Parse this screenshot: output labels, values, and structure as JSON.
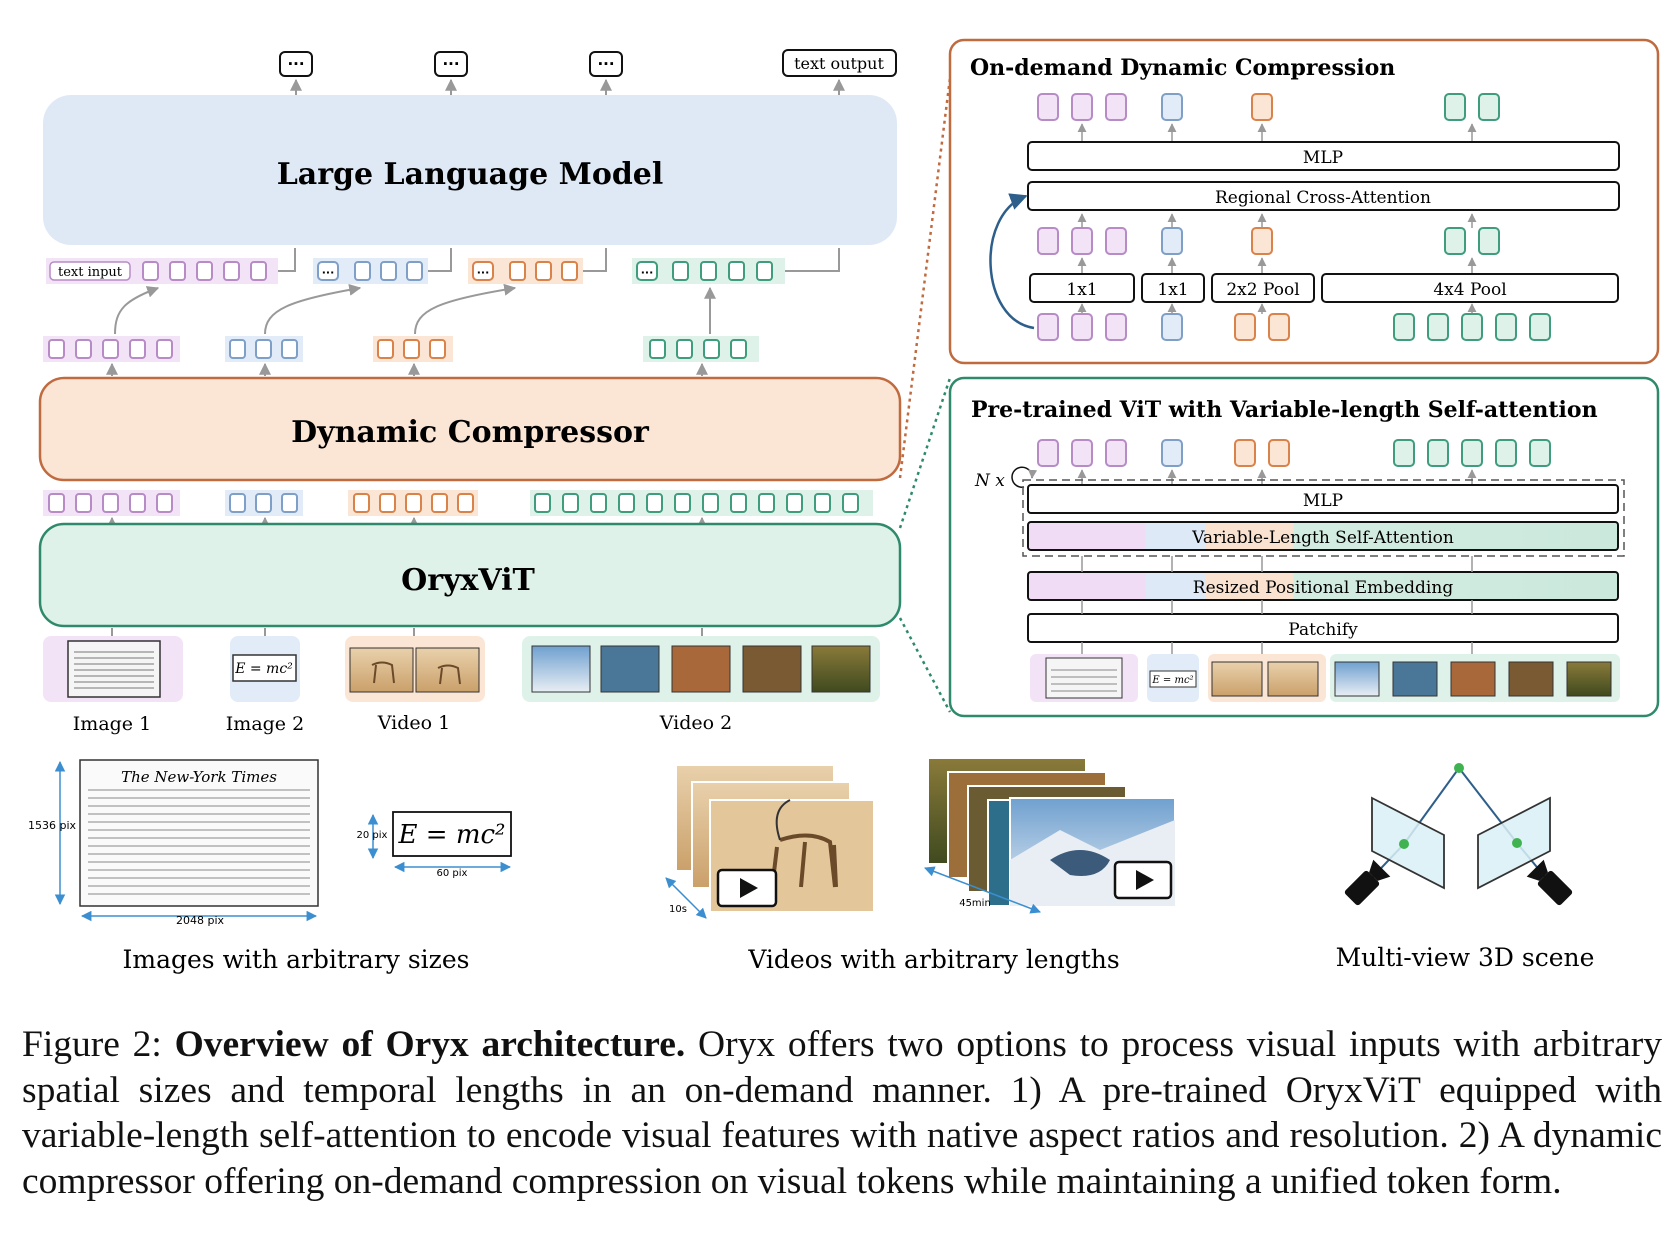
{
  "figure": {
    "llm_label": "Large Language Model",
    "compressor_label": "Dynamic Compressor",
    "vit_label": "OryxViT",
    "ellipsis": "···",
    "text_output": "text output",
    "text_input": "text input",
    "inputs": [
      "Image 1",
      "Image 2",
      "Video 1",
      "Video 2"
    ],
    "formula_small": "E = mc²",
    "odc": {
      "title": "On-demand Dynamic Compression",
      "mlp": "MLP",
      "rca": "Regional Cross-Attention",
      "pools": [
        "1x1",
        "1x1",
        "2x2 Pool",
        "4x4 Pool"
      ]
    },
    "vit_panel": {
      "title": "Pre-trained ViT with Variable-length Self-attention",
      "nx": "N x",
      "mlp": "MLP",
      "vlsa": "Variable-Length Self-Attention",
      "rpe": "Resized Positional Embedding",
      "patchify": "Patchify"
    },
    "bottom": {
      "newspaper_title": "The New-York Times",
      "dim_height": "1536 pix",
      "dim_width": "2048 pix",
      "formula_dim_h": "20 pix",
      "formula_dim_w": "60 pix",
      "formula": "E = mc²",
      "video_short": "10s",
      "video_long": "45min",
      "labels": [
        "Images with arbitrary sizes",
        "Videos with arbitrary lengths",
        "Multi-view 3D scene"
      ]
    },
    "colors": {
      "purple": "#b78bc6",
      "purple_bg": "#f3e3f7",
      "blue": "#7f9fc6",
      "blue_bg": "#e2ecf8",
      "orange": "#d9824a",
      "orange_bg": "#fbe6d6",
      "green": "#3f9c7d",
      "green_bg": "#dff2ea",
      "llm_bg": "#dfe9f6",
      "dc_border": "#c06a3f",
      "vit_border": "#2e8a6a"
    }
  },
  "caption": {
    "prefix": "Figure 2: ",
    "title": "Overview of Oryx architecture.",
    "body": " Oryx offers two options to process visual inputs with arbitrary spatial sizes and temporal lengths in an on-demand manner. 1) A pre-trained OryxViT equipped with variable-length self-attention to encode visual features with native aspect ratios and resolution. 2) A dynamic compressor offering on-demand compression on visual tokens while maintaining a unified token form."
  }
}
